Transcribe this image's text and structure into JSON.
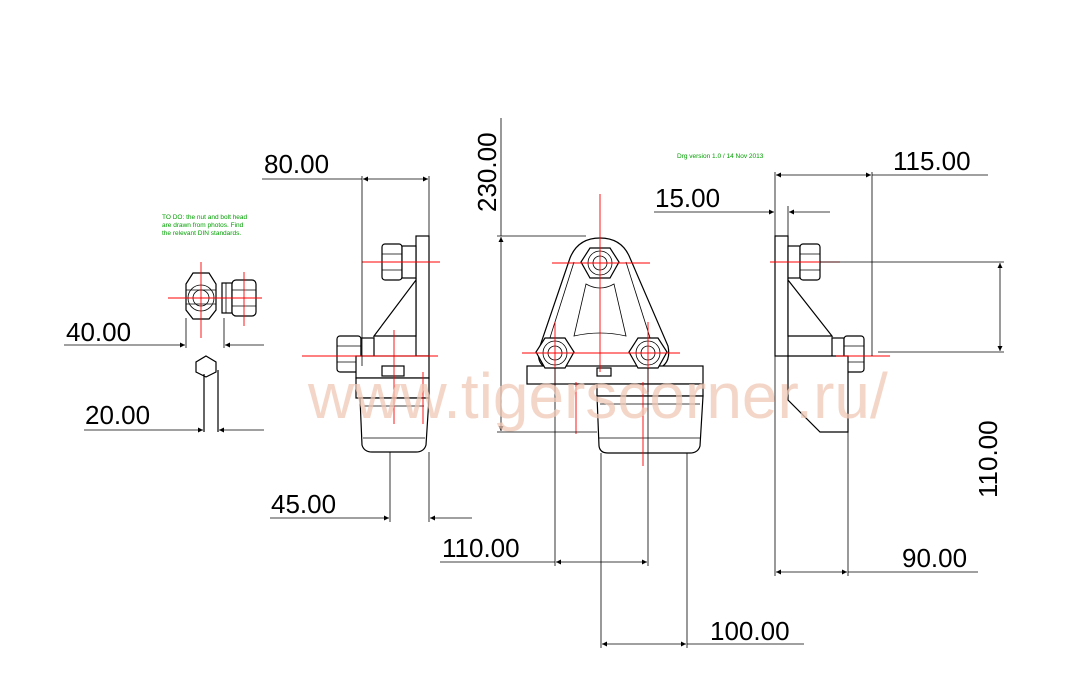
{
  "dimensions": {
    "d80": "80.00",
    "d230": "230.00",
    "d15": "15.00",
    "d115": "115.00",
    "d40": "40.00",
    "d20": "20.00",
    "d45": "45.00",
    "d110_left": "110.00",
    "d110_right": "110.00",
    "d90": "90.00",
    "d100": "100.00"
  },
  "notes": {
    "todo_line1": "TO DO: the nut and bolt head",
    "todo_line2": "are drawn from photos. Find",
    "todo_line3": "the relevant DIN standards.",
    "version": "Drg version 1.0 / 14 Nov 2013"
  },
  "watermark": "www.tigerscorner.ru/",
  "colors": {
    "centerline": "#ff0000",
    "note": "#00a000",
    "watermark": "#f0c8b6",
    "lines": "#000000"
  }
}
